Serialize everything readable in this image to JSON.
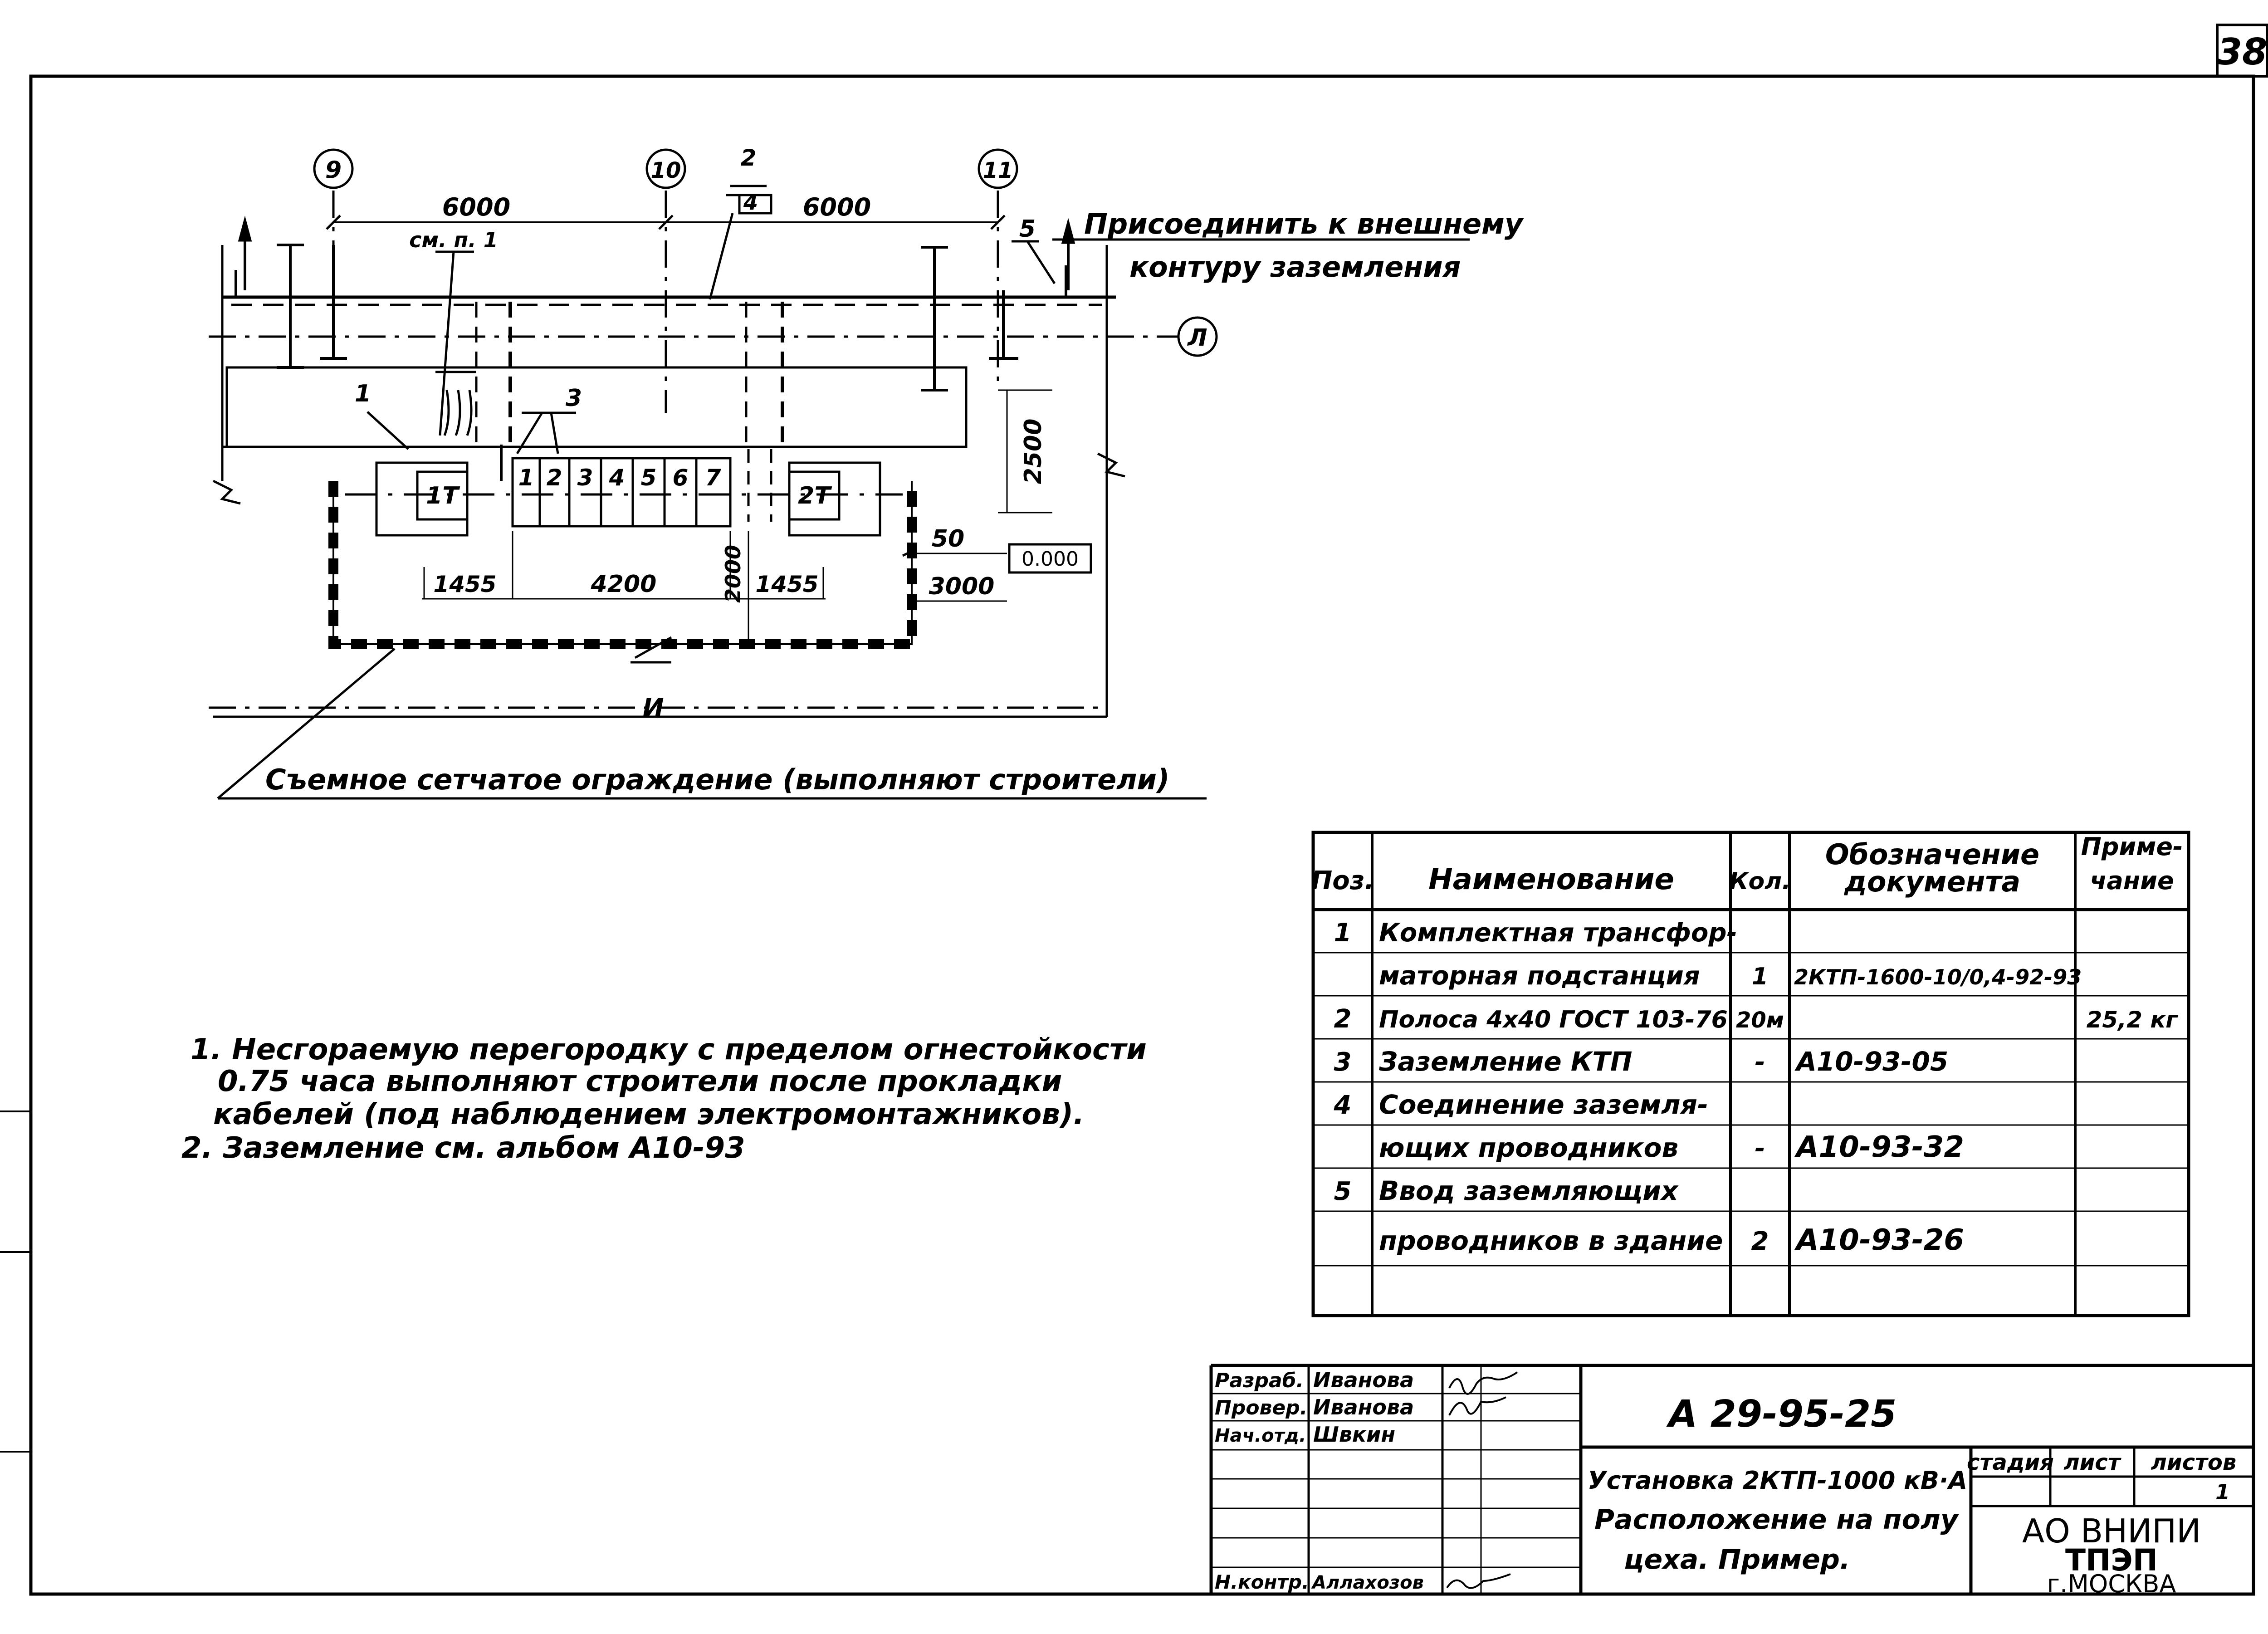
{
  "sheet_number": "38",
  "plan": {
    "axes": [
      "9",
      "10",
      "11",
      "Л",
      "И"
    ],
    "dim_top_left": "6000",
    "dim_top_right": "6000",
    "see_note": "см. п. 1",
    "pos_callout_num": "2",
    "pos_callout_den": "4",
    "pos_5": "5",
    "pos_3": "3",
    "pos_1": "1",
    "connect_note_line1": "Присоединить к внешнему",
    "connect_note_line2": "контуру заземления",
    "transformer_1": "1Т",
    "transformer_2": "2Т",
    "cells": [
      "1",
      "2",
      "3",
      "4",
      "5",
      "6",
      "7"
    ],
    "dim_2500": "2500",
    "dim_50": "50",
    "dim_3000": "3000",
    "level": "0.000",
    "dim_1455_left": "1455",
    "dim_4200": "4200",
    "dim_2000": "2000",
    "dim_1455_right": "1455",
    "fence_note": "Съемное сетчатое ограждение (выполняют строители)"
  },
  "notes": [
    "1. Несгораемую перегородку с пределом огнестойкости",
    "0.75 часа выполняют строители после прокладки",
    "кабелей (под наблюдением электромонтажников).",
    "2. Заземление см. альбом А10-93"
  ],
  "spec_table": {
    "headers": {
      "pos": "Поз.",
      "name": "Наименование",
      "qty": "Кол.",
      "doc_line1": "Обозначение",
      "doc_line2": "документа",
      "note_line1": "Приме-",
      "note_line2": "чание"
    },
    "rows": [
      {
        "pos": "1",
        "name": "Комплектная трансфор-",
        "qty": "",
        "doc": "",
        "note": ""
      },
      {
        "pos": "",
        "name": "маторная подстанция",
        "qty": "1",
        "doc": "2КТП-1600-10/0,4-92-93",
        "note": ""
      },
      {
        "pos": "2",
        "name": "Полоса 4х40 ГОСТ 103-76",
        "qty": "20м",
        "doc": "",
        "note": "25,2 кг"
      },
      {
        "pos": "3",
        "name": "Заземление КТП",
        "qty": "-",
        "doc": "А10-93-05",
        "note": ""
      },
      {
        "pos": "4",
        "name": "Соединение заземля-",
        "qty": "",
        "doc": "",
        "note": ""
      },
      {
        "pos": "",
        "name": "ющих проводников",
        "qty": "-",
        "doc": "А10-93-32",
        "note": ""
      },
      {
        "pos": "5",
        "name": "Ввод заземляющих",
        "qty": "",
        "doc": "",
        "note": ""
      },
      {
        "pos": "",
        "name": "проводников в здание",
        "qty": "2",
        "doc": "А10-93-26",
        "note": ""
      },
      {
        "pos": "",
        "name": "",
        "qty": "",
        "doc": "",
        "note": ""
      }
    ]
  },
  "title_block": {
    "roles": [
      {
        "role": "Разраб.",
        "name": "Иванова"
      },
      {
        "role": "Провер.",
        "name": "Иванова"
      },
      {
        "role": "Нач.отд.",
        "name": "Швкин"
      },
      {
        "role": "",
        "name": ""
      },
      {
        "role": "",
        "name": ""
      },
      {
        "role": "",
        "name": ""
      },
      {
        "role": "Н.контр.",
        "name": "Аллахозов"
      }
    ],
    "doc_code": "А 29-95-25",
    "title_line1": "Установка 2КТП-1000 кВ·А",
    "title_line2": "Расположение на полу",
    "title_line3": "цеха. Пример.",
    "col_stage": "стадия",
    "col_sheet": "лист",
    "col_sheets": "листов",
    "sheets_value": "1",
    "org_line1": "АО ВНИПИ",
    "org_line2": "ТПЭП",
    "org_line3": "г.МОСКВА"
  }
}
